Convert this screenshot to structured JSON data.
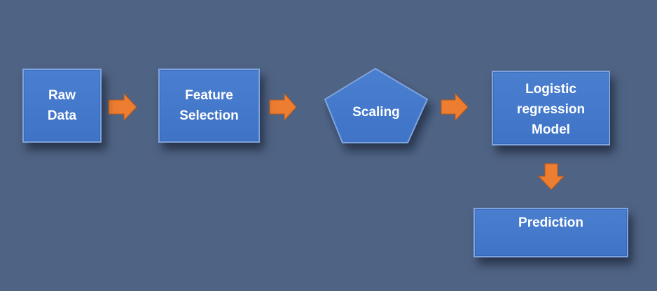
{
  "diagram": {
    "nodes": [
      {
        "id": "raw",
        "label": "Raw\nData"
      },
      {
        "id": "feature",
        "label": "Feature\nSelection"
      },
      {
        "id": "scaling",
        "label": "Scaling"
      },
      {
        "id": "logistic",
        "label": "Logistic\nregression\nModel"
      },
      {
        "id": "prediction",
        "label": "Prediction"
      }
    ],
    "edges": [
      {
        "from": "raw",
        "to": "feature",
        "direction": "right"
      },
      {
        "from": "feature",
        "to": "scaling",
        "direction": "right"
      },
      {
        "from": "scaling",
        "to": "logistic",
        "direction": "right"
      },
      {
        "from": "logistic",
        "to": "prediction",
        "direction": "down"
      }
    ],
    "colors": {
      "background": "#4f6384",
      "node_fill": "#4278c8",
      "node_border": "#7ea3de",
      "arrow_fill": "#ed7d31",
      "text": "#ffffff"
    }
  }
}
